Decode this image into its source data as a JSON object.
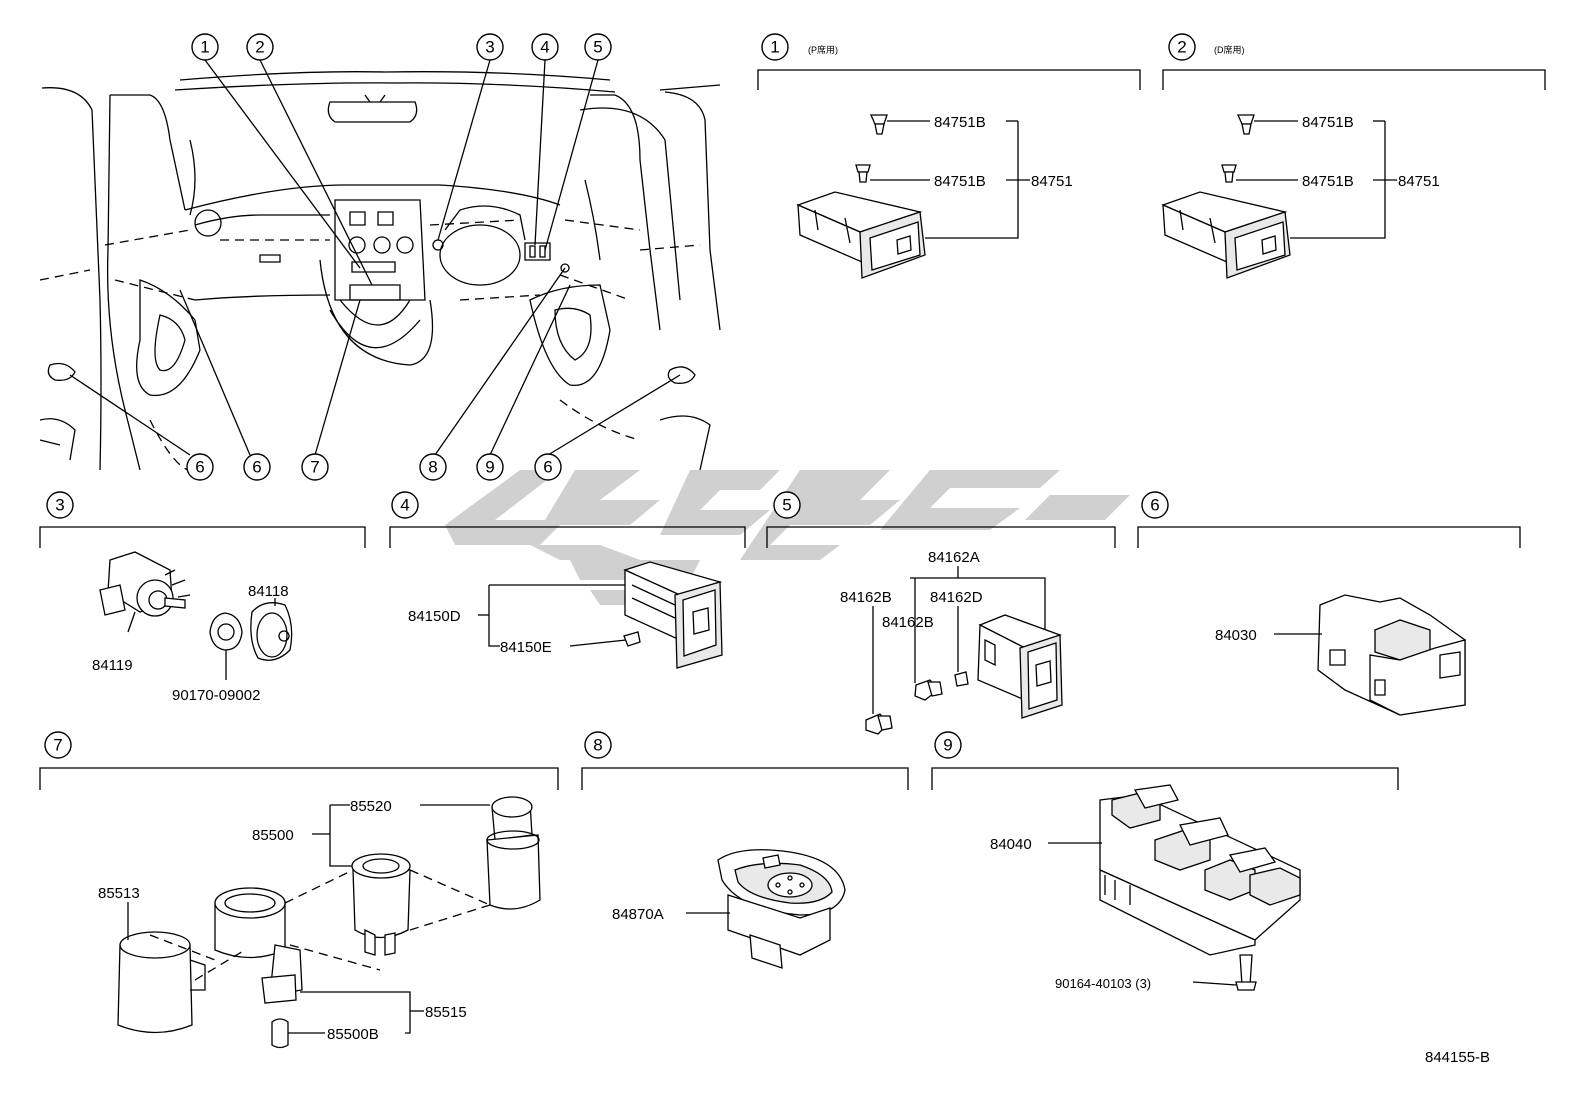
{
  "callouts": [
    "1",
    "2",
    "3",
    "4",
    "5",
    "6",
    "7",
    "8",
    "9"
  ],
  "top_callouts": {
    "c1": "1",
    "c2": "2",
    "c3": "3",
    "c4": "4",
    "c5": "5",
    "c6a": "6",
    "c6b": "6",
    "c7": "7",
    "c8": "8",
    "c9": "9",
    "c6c": "6"
  },
  "sections": {
    "s1": {
      "num": "1",
      "note": "(P席用)"
    },
    "s2": {
      "num": "2",
      "note": "(D席用)"
    },
    "s3": {
      "num": "3"
    },
    "s4": {
      "num": "4"
    },
    "s5": {
      "num": "5"
    },
    "s6": {
      "num": "6"
    },
    "s7": {
      "num": "7"
    },
    "s8": {
      "num": "8"
    },
    "s9": {
      "num": "9"
    }
  },
  "parts": {
    "p84751B_1a": "84751B",
    "p84751B_1b": "84751B",
    "p84751_1": "84751",
    "p84751B_2a": "84751B",
    "p84751B_2b": "84751B",
    "p84751_2": "84751",
    "p84118": "84118",
    "p84119": "84119",
    "p90170": "90170-09002",
    "p84150D": "84150D",
    "p84150E": "84150E",
    "p84162A": "84162A",
    "p84162B_a": "84162B",
    "p84162D": "84162D",
    "p84162B_b": "84162B",
    "p84030": "84030",
    "p85520": "85520",
    "p85500": "85500",
    "p85513": "85513",
    "p85515": "85515",
    "p85500B": "85500B",
    "p84870A": "84870A",
    "p84040": "84040",
    "p90164": "90164-40103 (3)"
  },
  "figure_code": "844155-B",
  "watermark_color": "#c8c8c8"
}
